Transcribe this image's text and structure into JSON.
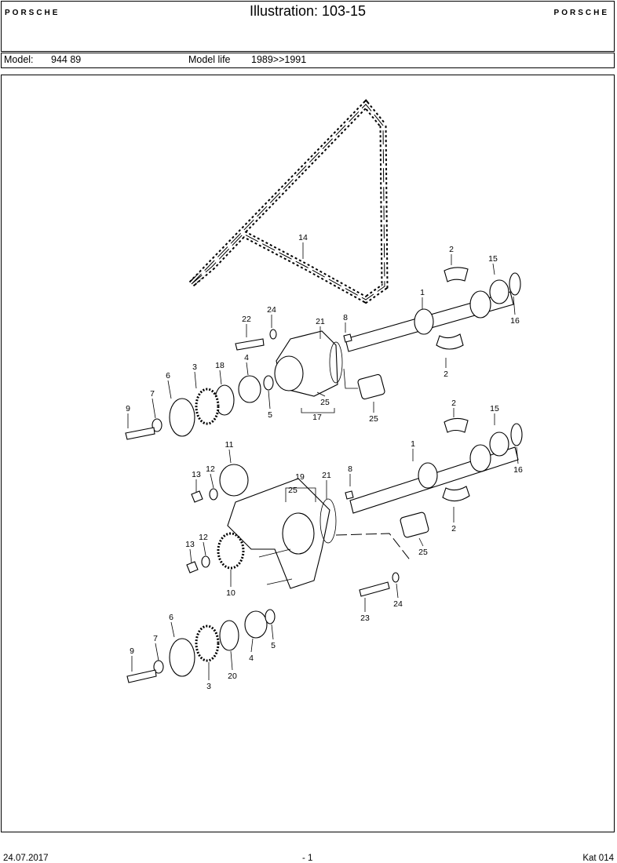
{
  "header": {
    "brand_left": "PORSCHE",
    "brand_right": "PORSCHE",
    "title": "Illustration: 103-15"
  },
  "model_bar": {
    "model_label": "Model:",
    "model_value": "944 89",
    "life_label": "Model life",
    "life_value": "1989>>1991"
  },
  "footer": {
    "date": "24.07.2017",
    "page": "- 1",
    "catalog": "Kat 014"
  },
  "callouts": [
    "14",
    "2",
    "15",
    "1",
    "16",
    "8",
    "2",
    "24",
    "22",
    "21",
    "4",
    "18",
    "3",
    "25",
    "17",
    "25",
    "6",
    "7",
    "9",
    "5",
    "2",
    "15",
    "1",
    "16",
    "11",
    "19",
    "21",
    "13",
    "12",
    "25",
    "8",
    "2",
    "25",
    "13",
    "12",
    "10",
    "24",
    "23",
    "6",
    "7",
    "9",
    "3",
    "20",
    "4",
    "5"
  ]
}
